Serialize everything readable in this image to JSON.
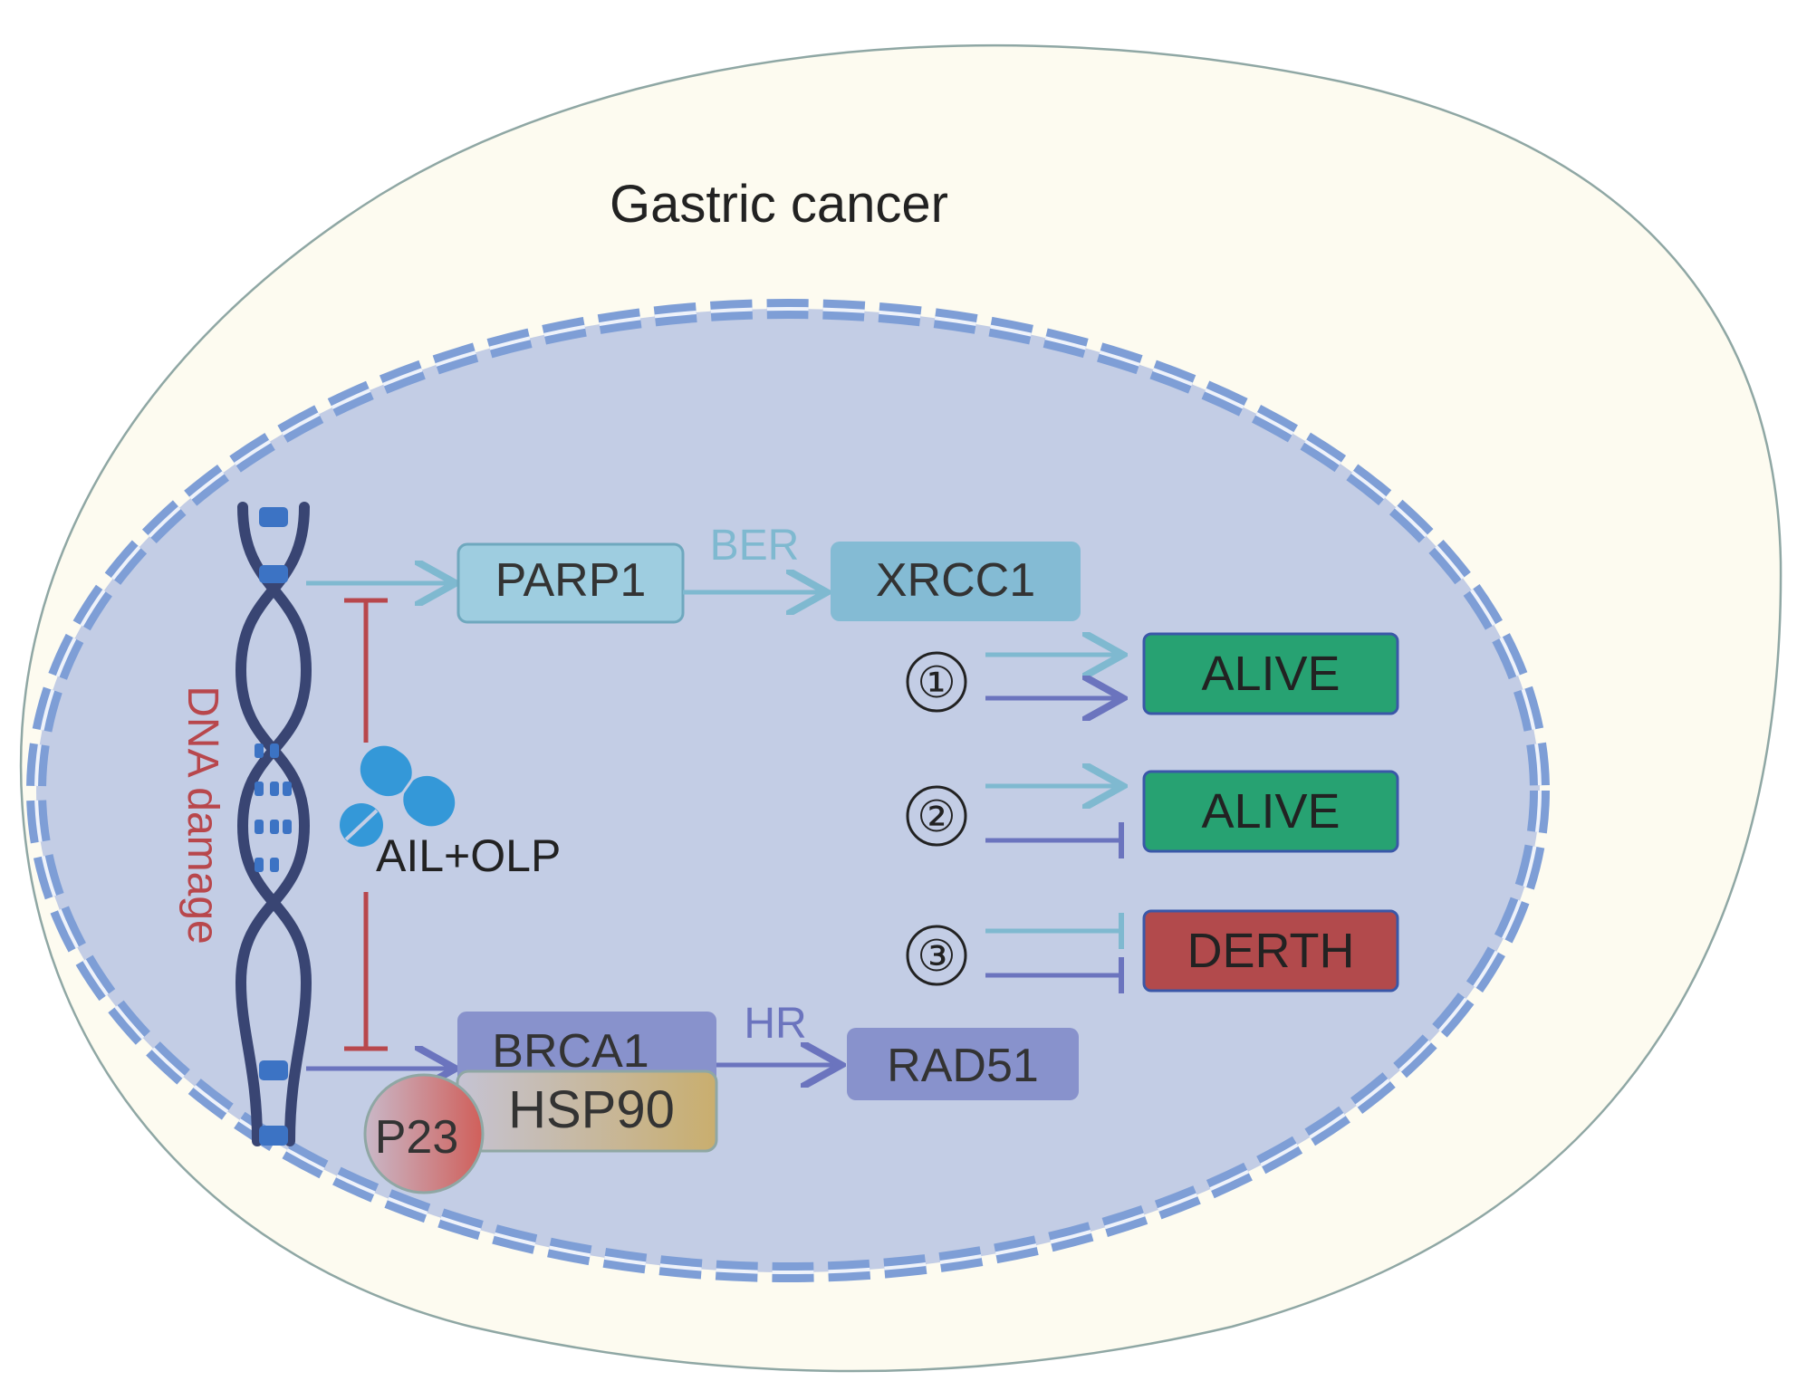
{
  "cell": {
    "label": "Gastric cancer"
  },
  "dna": {
    "label": "DNA damage"
  },
  "drug": {
    "label": "AIL+OLP"
  },
  "pathways": {
    "ber": {
      "label": "BER",
      "source": "PARP1",
      "target": "XRCC1"
    },
    "hr": {
      "label": "HR",
      "source": "BRCA1",
      "target": "RAD51"
    }
  },
  "complex": {
    "hsp90": "HSP90",
    "p23": "P23"
  },
  "outcomes": [
    {
      "marker": "①",
      "ber_effect": "activate",
      "hr_effect": "activate",
      "result": "ALIVE"
    },
    {
      "marker": "②",
      "ber_effect": "activate",
      "hr_effect": "inhibit",
      "result": "ALIVE"
    },
    {
      "marker": "③",
      "ber_effect": "inhibit",
      "hr_effect": "inhibit",
      "result": "DERTH"
    }
  ],
  "colors": {
    "cytoplasm": "#FDFBF0",
    "nucleus": "#C3CDE5",
    "envelope": "#7E9ED6",
    "ber": "#7FB9D0",
    "hr": "#6B74BE",
    "inhibit": "#B8474C",
    "dna_strand": "#394573",
    "alive": "#27A272",
    "death": "#B24A4C"
  }
}
